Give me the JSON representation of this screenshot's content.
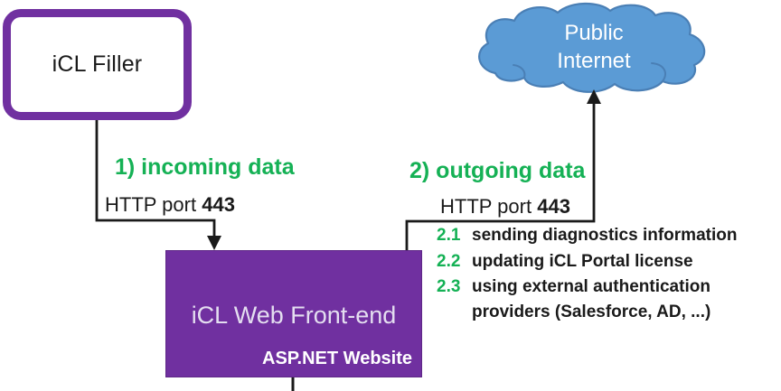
{
  "diagram": {
    "filler_box": {
      "label": "iCL Filler"
    },
    "cloud": {
      "line1": "Public",
      "line2": "Internet"
    },
    "frontend_box": {
      "title": "iCL Web Front-end",
      "subtitle": "ASP.NET Website"
    },
    "incoming": {
      "label": "1) incoming data",
      "protocol": "HTTP port",
      "port": "443"
    },
    "outgoing": {
      "label": "2) outgoing data",
      "protocol": "HTTP port",
      "port": "443",
      "items": [
        {
          "num": "2.1",
          "text": "sending diagnostics information"
        },
        {
          "num": "2.2",
          "text": "updating iCL Portal license"
        },
        {
          "num": "2.3",
          "text": "using external authentication providers (Salesforce, AD, ...)"
        }
      ]
    },
    "colors": {
      "node_purple": "#7030A0",
      "cloud_blue": "#5B9BD5",
      "cloud_stroke": "#4A7FB5",
      "accent_green": "#15B155",
      "line_black": "#1a1a1a"
    }
  }
}
